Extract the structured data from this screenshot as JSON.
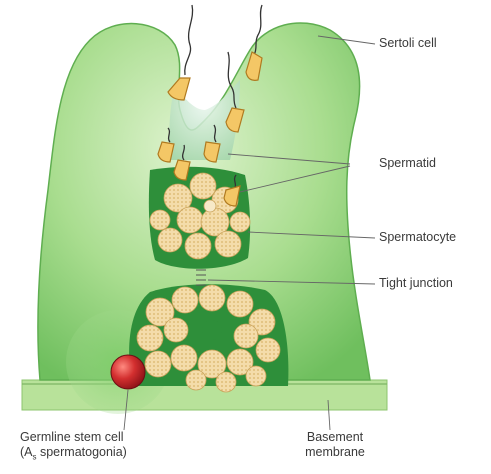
{
  "labels": {
    "sertoli": "Sertoli cell",
    "spermatid": "Spermatid",
    "spermatocyte": "Spermatocyte",
    "tight_junction": "Tight junction",
    "germline_line1": "Germline stem cell",
    "germline_line2_prefix": "(A",
    "germline_line2_sub": "s",
    "germline_line2_suffix": " spermatogonia)",
    "basement_line1": "Basement",
    "basement_line2": "membrane"
  },
  "colors": {
    "sertoli_fill": "#9fd98a",
    "sertoli_dark": "#2e8f3a",
    "basement": "#b8e29a",
    "cell_fill": "#f3d9a0",
    "cell_edge": "#c9a25a",
    "stem_cell": "#c0262d",
    "leader": "#555555"
  },
  "icons": [
    "sperm-head-icon",
    "germ-cell-cluster",
    "stem-cell-icon"
  ]
}
